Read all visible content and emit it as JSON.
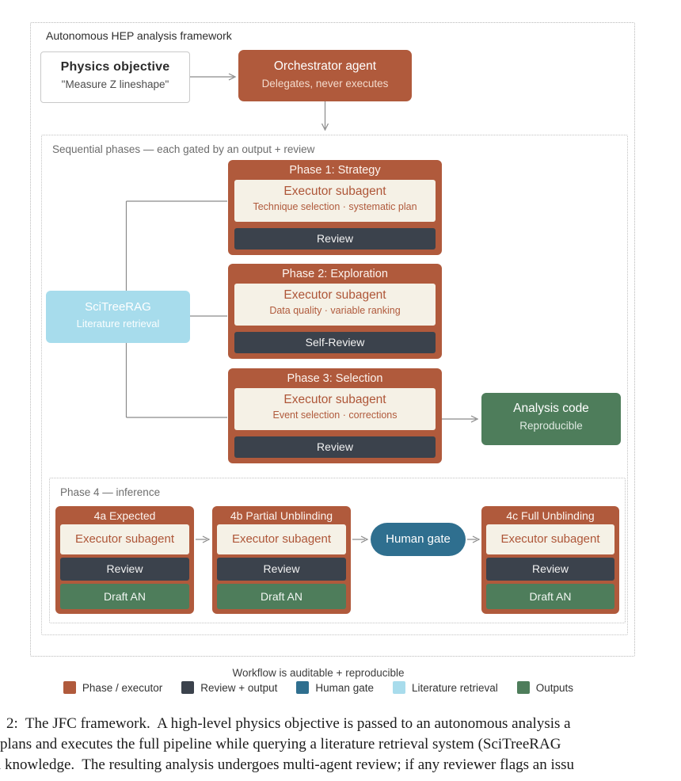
{
  "colors": {
    "phase_executor": "#b05a3c",
    "review_output": "#3b424c",
    "human_gate": "#2f6f8f",
    "literature_retrieval": "#a7dcec",
    "outputs": "#4e7d5b",
    "executor_panel": "#f5f1e6"
  },
  "frame": {
    "title": "Autonomous HEP analysis framework"
  },
  "physics": {
    "title": "Physics objective",
    "subtitle": "\"Measure Z lineshape\""
  },
  "orchestrator": {
    "title": "Orchestrator agent",
    "subtitle": "Delegates, never executes"
  },
  "sequential": {
    "label": "Sequential phases — each gated by an output + review"
  },
  "phases": [
    {
      "title": "Phase 1: Strategy",
      "executor": "Executor subagent",
      "detail": "Technique selection · systematic plan",
      "review": "Review"
    },
    {
      "title": "Phase 2: Exploration",
      "executor": "Executor subagent",
      "detail": "Data quality · variable ranking",
      "review": "Self-Review"
    },
    {
      "title": "Phase 3: Selection",
      "executor": "Executor subagent",
      "detail": "Event selection · corrections",
      "review": "Review"
    }
  ],
  "scitreerag": {
    "title": "SciTreeRAG",
    "subtitle": "Literature retrieval"
  },
  "analysis_code": {
    "title": "Analysis code",
    "subtitle": "Reproducible"
  },
  "phase4": {
    "label": "Phase 4 — inference",
    "gate": "Human gate",
    "stages": [
      {
        "title": "4a Expected",
        "executor": "Executor subagent",
        "review": "Review",
        "output": "Draft AN"
      },
      {
        "title": "4b Partial Unblinding",
        "executor": "Executor subagent",
        "review": "Review",
        "output": "Draft AN"
      },
      {
        "title": "4c Full Unblinding",
        "executor": "Executor subagent",
        "review": "Review",
        "output": "Draft AN"
      }
    ]
  },
  "footer": {
    "note": "Workflow is auditable + reproducible"
  },
  "legend": [
    {
      "label": "Phase / executor",
      "color": "#b05a3c"
    },
    {
      "label": "Review + output",
      "color": "#3b424c"
    },
    {
      "label": "Human gate",
      "color": "#2f6f8f"
    },
    {
      "label": "Literature retrieval",
      "color": "#a8dcec"
    },
    {
      "label": "Outputs",
      "color": "#4e7d5b"
    }
  ],
  "caption": {
    "lines": [
      "2:  The JFC framework.  A high-level physics objective is passed to an autonomous analysis a",
      "plans and executes the full pipeline while querying a literature retrieval system (SciTreeRAG",
      "l knowledge.  The resulting analysis undergoes multi-agent review; if any reviewer flags an issu"
    ]
  }
}
